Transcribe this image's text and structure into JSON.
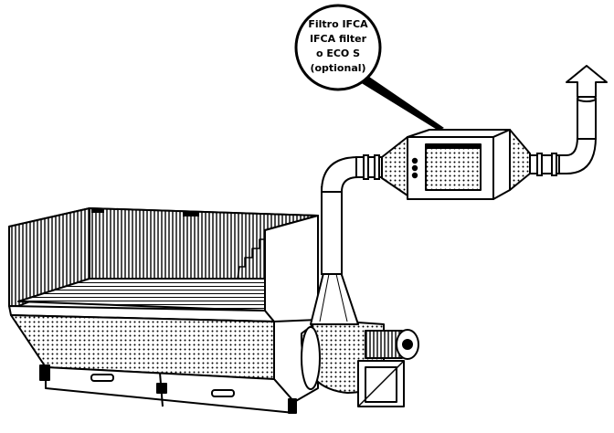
{
  "callout": {
    "line1": "Filtro IFCA",
    "line2": "IFCA filter",
    "line3": "o ECO S",
    "line4": "(optional)"
  },
  "colors": {
    "ink": "#000000",
    "paper": "#ffffff"
  },
  "icons": {
    "exhaust": "up-arrow-icon"
  }
}
